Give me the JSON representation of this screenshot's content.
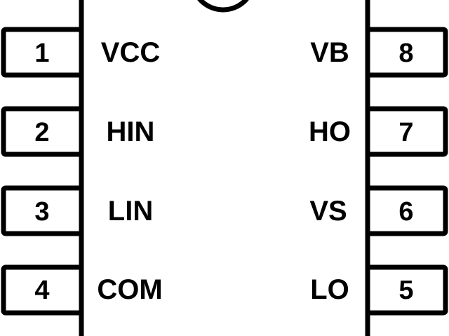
{
  "diagram": {
    "type": "ic-pinout",
    "package": "8-pin DIP",
    "colors": {
      "stroke": "#000000",
      "background": "#ffffff"
    },
    "left_pins": [
      {
        "number": "1",
        "name": "VCC"
      },
      {
        "number": "2",
        "name": "HIN"
      },
      {
        "number": "3",
        "name": "LIN"
      },
      {
        "number": "4",
        "name": "COM"
      }
    ],
    "right_pins": [
      {
        "number": "8",
        "name": "VB"
      },
      {
        "number": "7",
        "name": "HO"
      },
      {
        "number": "6",
        "name": "VS"
      },
      {
        "number": "5",
        "name": "LO"
      }
    ]
  }
}
